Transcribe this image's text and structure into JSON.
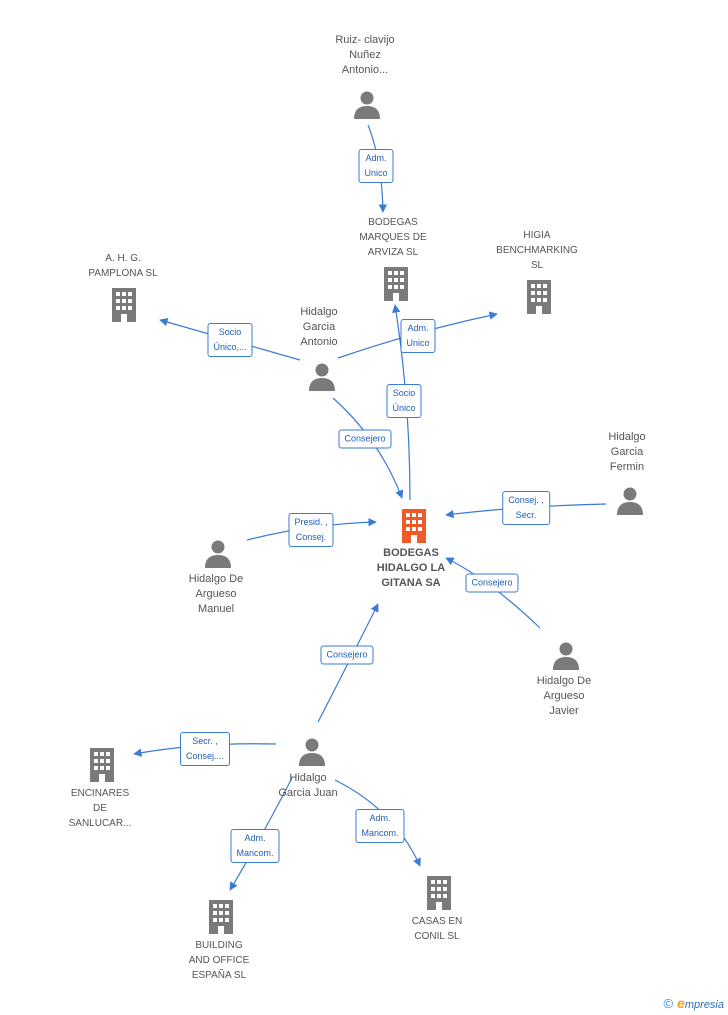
{
  "colors": {
    "edge": "#3a7bd5",
    "node": "#7a7a7a",
    "center": "#f05a28"
  },
  "nodes": [
    {
      "id": "n1",
      "label": [
        "Ruiz- clavijo",
        "Nuñez",
        "Antonio..."
      ],
      "kind": "person"
    },
    {
      "id": "n2",
      "label": [
        "BODEGAS",
        "MARQUES DE",
        "ARVIZA SL"
      ],
      "kind": "company"
    },
    {
      "id": "n3",
      "label": [
        "HIGIA",
        "BENCHMARKING",
        "SL"
      ],
      "kind": "company"
    },
    {
      "id": "n4",
      "label": [
        "A.  H. G.",
        "PAMPLONA  SL"
      ],
      "kind": "company"
    },
    {
      "id": "n5",
      "label": [
        "Hidalgo",
        "Garcia",
        "Antonio"
      ],
      "kind": "person"
    },
    {
      "id": "n6",
      "label": [
        "Hidalgo",
        "Garcia",
        "Fermin"
      ],
      "kind": "person"
    },
    {
      "id": "n7",
      "label": [
        "BODEGAS",
        "HIDALGO LA",
        "GITANA SA"
      ],
      "kind": "center"
    },
    {
      "id": "n8",
      "label": [
        "Hidalgo De",
        "Argueso",
        "Manuel"
      ],
      "kind": "person"
    },
    {
      "id": "n9",
      "label": [
        "Hidalgo De",
        "Argueso",
        "Javier"
      ],
      "kind": "person"
    },
    {
      "id": "n10",
      "label": [
        "Hidalgo",
        "Garcia Juan"
      ],
      "kind": "person"
    },
    {
      "id": "n11",
      "label": [
        "ENCINARES",
        "DE",
        "SANLUCAR..."
      ],
      "kind": "company"
    },
    {
      "id": "n12",
      "label": [
        "BUILDING",
        "AND OFFICE",
        "ESPAÑA SL"
      ],
      "kind": "company"
    },
    {
      "id": "n13",
      "label": [
        "CASAS EN",
        "CONIL  SL"
      ],
      "kind": "company"
    }
  ],
  "edges": [
    {
      "id": "e1",
      "label": [
        "Adm.",
        "Unico"
      ]
    },
    {
      "id": "e2",
      "label": [
        "Adm.",
        "Unico"
      ]
    },
    {
      "id": "e3",
      "label": [
        "Socio",
        "Único,..."
      ]
    },
    {
      "id": "e4",
      "label": [
        "Socio",
        "Único"
      ]
    },
    {
      "id": "e5",
      "label": [
        "Consejero"
      ]
    },
    {
      "id": "e6",
      "label": [
        "Consej. ,",
        "Secr."
      ]
    },
    {
      "id": "e7",
      "label": [
        "Presid. ,",
        "Consej."
      ]
    },
    {
      "id": "e8",
      "label": [
        "Consejero"
      ]
    },
    {
      "id": "e9",
      "label": [
        "Consejero"
      ]
    },
    {
      "id": "e10",
      "label": [
        "Secr. ,",
        "Consej...."
      ]
    },
    {
      "id": "e11",
      "label": [
        "Adm.",
        "Mancom."
      ]
    },
    {
      "id": "e12",
      "label": [
        "Adm.",
        "Mancom."
      ]
    }
  ],
  "footer": {
    "copyright": "©",
    "brand_initial": "e",
    "brand_rest": "mpresia"
  }
}
